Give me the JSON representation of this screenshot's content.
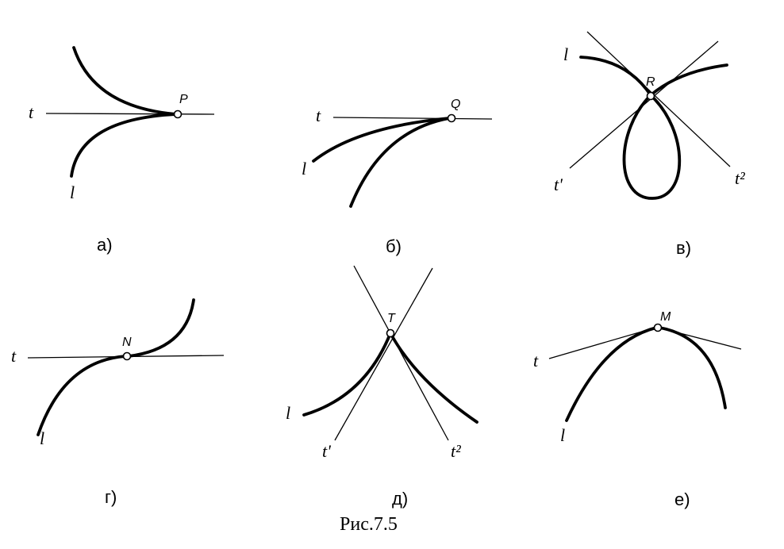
{
  "panels": {
    "a": {
      "caption": "а)",
      "point": "P",
      "tangent": "t",
      "curve": "l"
    },
    "b": {
      "caption": "б)",
      "point": "Q",
      "tangent": "t",
      "curve": "l"
    },
    "v": {
      "caption": "в)",
      "point": "R",
      "tangent1": "t'",
      "tangent2": "t²",
      "curve": "l"
    },
    "g": {
      "caption": "г)",
      "point": "N",
      "tangent": "t",
      "curve": "l"
    },
    "d": {
      "caption": "д)",
      "point": "T",
      "tangent1": "t'",
      "tangent2": "t²",
      "curve": "l"
    },
    "e": {
      "caption": "е)",
      "point": "M",
      "tangent": "t",
      "curve": "l"
    }
  },
  "figure_caption": "Рис.7.5"
}
